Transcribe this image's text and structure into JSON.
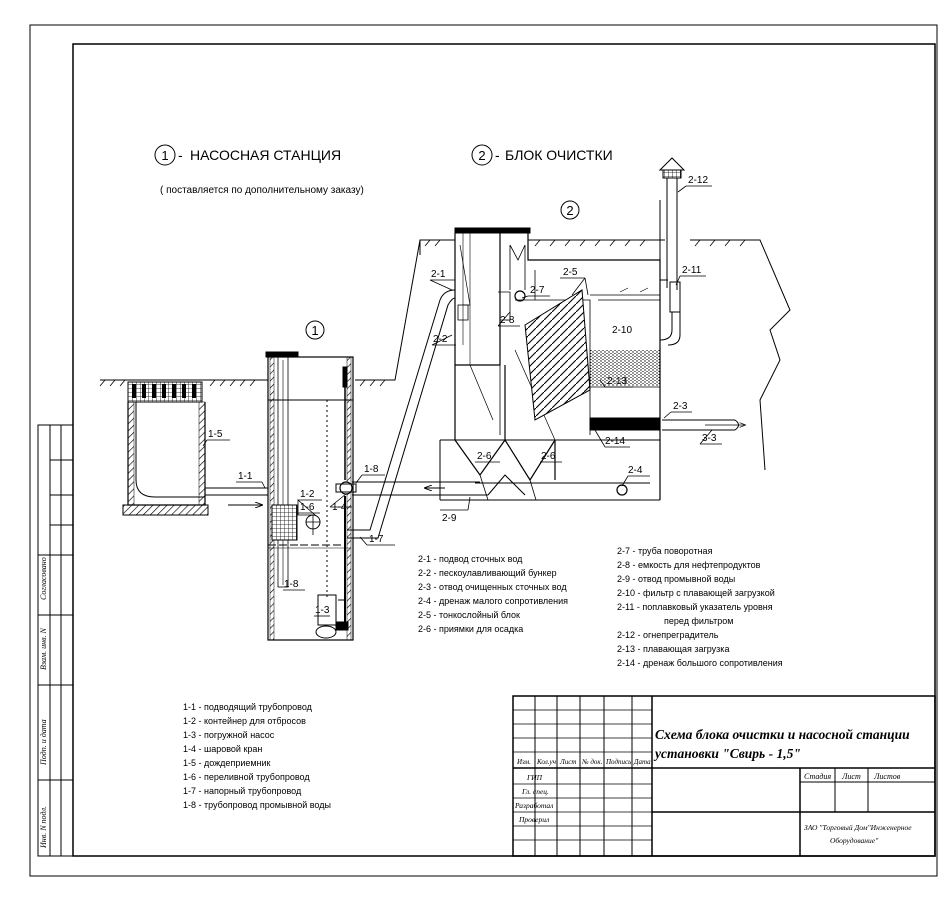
{
  "titles": {
    "pump_heading": "НАСОСНАЯ СТАНЦИЯ",
    "pump_num": "1",
    "pump_note": "( поставляется по дополнительному заказу)",
    "clean_heading": "БЛОК ОЧИСТКИ",
    "clean_num": "2",
    "label_dash": "-"
  },
  "callouts": {
    "c2_1": "2-1",
    "c2_2": "2-2",
    "c2_3": "2-3",
    "c2_4": "2-4",
    "c2_5": "2-5",
    "c2_6a": "2-6",
    "c2_6b": "2-6",
    "c2_7": "2-7",
    "c2_8": "2-8",
    "c2_9": "2-9",
    "c2_10": "2-10",
    "c2_11": "2-11",
    "c2_12": "2-12",
    "c2_13": "2-13",
    "c2_14": "2-14",
    "c3_3": "3-3",
    "c1_1": "1-1",
    "c1_2": "1-2",
    "c1_3": "1-3",
    "c1_4": "1-4",
    "c1_5": "1-5",
    "c1_6": "1-6",
    "c1_7": "1-7",
    "c1_8a": "1-8",
    "c1_8b": "1-8"
  },
  "legend_block": [
    "2-1 - подвод сточных вод",
    "2-2 - пескоулавливающий бункер",
    "2-3 - отвод очищенных сточных вод",
    "2-4 - дренаж малого сопротивления",
    "2-5 - тонкослойный блок",
    "2-6 - приямки для осадка"
  ],
  "legend_block_2": [
    "2-7 - труба поворотная",
    "2-8 - емкость для нефтепродуктов",
    "2-9 - отвод промывной воды",
    "2-10 - фильтр с плавающей загрузкой",
    "2-11 - поплавковый указатель уровня",
    "перед фильтром",
    "2-12 - огнепреградитель",
    "2-13 - плавающая загрузка",
    "2-14 - дренаж большого сопротивления"
  ],
  "legend_pump": [
    "1-1 - подводящий трубопровод",
    "1-2 - контейнер для отбросов",
    "1-3 - погружной насос",
    "1-4 - шаровой кран",
    "1-5 - дождеприемник",
    "1-6 - переливной трубопровод",
    "1-7 - напорный трубопровод",
    "1-8 - трубопровод промывной воды"
  ],
  "title_block": {
    "title_line1": "Схема блока очистки и насосной станции",
    "title_line2": "установки \"Свирь - 1,5\"",
    "headers": [
      "Изм.",
      "Кол.уч",
      "Лист",
      "№ док.",
      "Подпись",
      "Дата"
    ],
    "roles": [
      "ГИП",
      "Гл. спец.",
      "Разработал",
      "Проверил"
    ],
    "stage_headers": [
      "Стадия",
      "Лист",
      "Листов"
    ],
    "company_line1": "ЗАО \"Торговый Дом\"Инженерное",
    "company_line2": "Оборудование\""
  },
  "side_stamps": [
    "Согласовано",
    "Взам. инв. N",
    "Подп. и дата",
    "Инв. N подл."
  ]
}
